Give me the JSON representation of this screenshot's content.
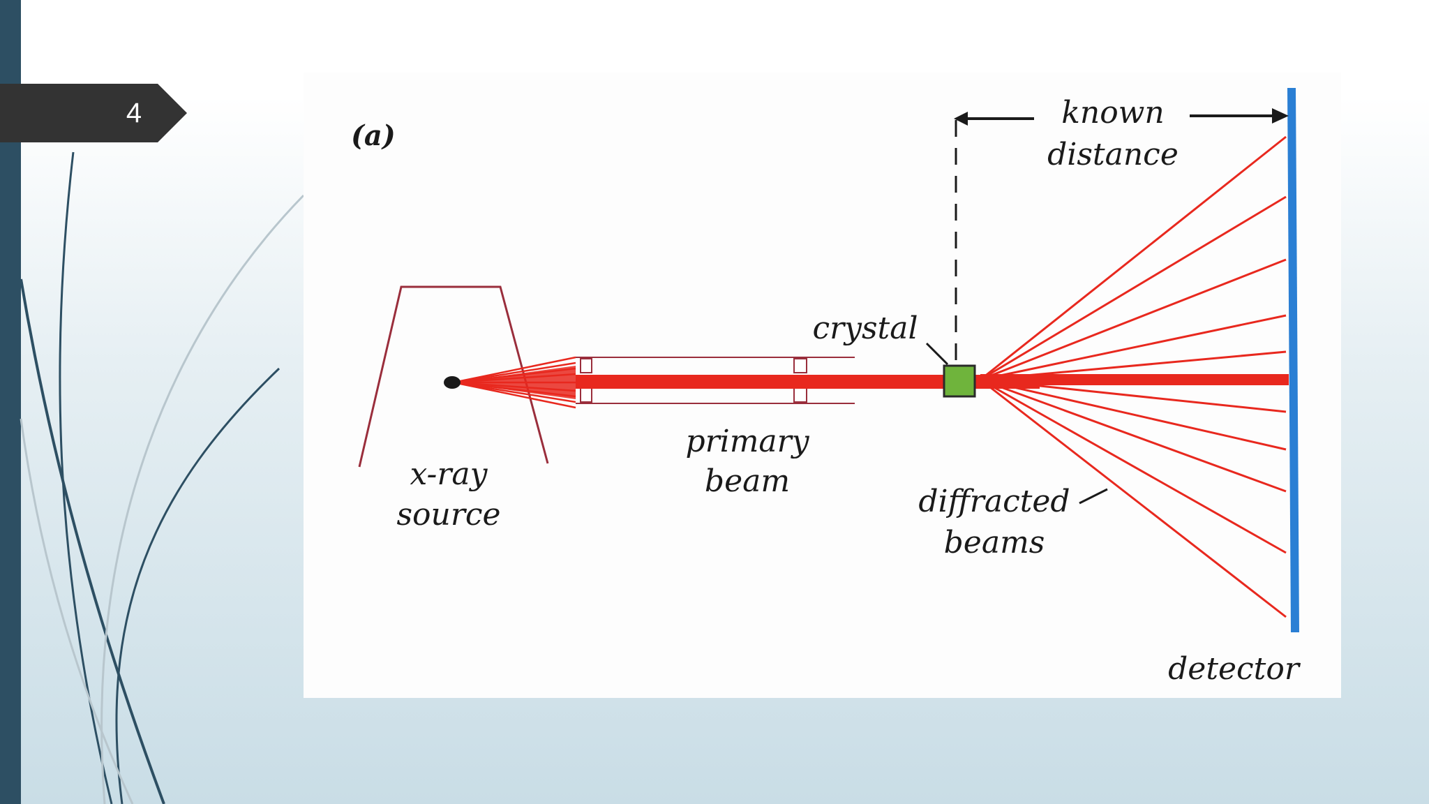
{
  "slide": {
    "number": "4"
  },
  "diagram": {
    "panel_label": "(a)",
    "labels": {
      "known": "known",
      "distance": "distance",
      "crystal": "crystal",
      "primary": "primary",
      "beam": "beam",
      "xray": "x-ray",
      "source": "source",
      "diffracted": "diffracted",
      "beams": "beams",
      "detector": "detector"
    },
    "colors": {
      "beam": "#e8281e",
      "crystal": "#6fb43c",
      "detector": "#2a7fd4",
      "accent": "#2d4f63"
    }
  }
}
